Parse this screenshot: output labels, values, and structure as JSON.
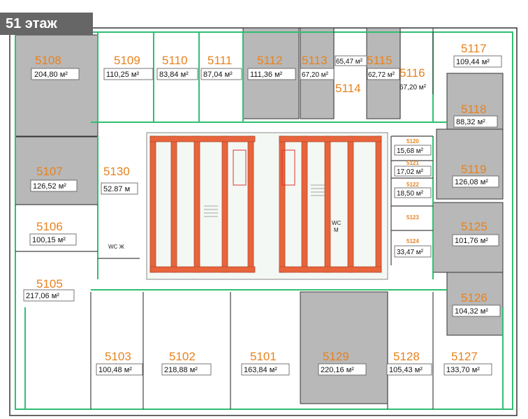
{
  "floor_label": "51 этаж",
  "colors": {
    "accent": "#e8821e",
    "wall": "#2fbf71",
    "core": "#e8643c",
    "gray_unit": "#b8b8b8"
  },
  "units": [
    {
      "id": "5108",
      "number": "5108",
      "area": "204,80 м²"
    },
    {
      "id": "5109",
      "number": "5109",
      "area": "110,25 м²"
    },
    {
      "id": "5110",
      "number": "5110",
      "area": "83,84 м²"
    },
    {
      "id": "5111",
      "number": "5111",
      "area": "87,04 м²"
    },
    {
      "id": "5112",
      "number": "5112",
      "area": "111,36 м²"
    },
    {
      "id": "5113",
      "number": "5113",
      "area": "67,20 м²"
    },
    {
      "id": "5114",
      "number": "5114",
      "area": "65,47 м²"
    },
    {
      "id": "5115",
      "number": "5115",
      "area": "62,72 м²"
    },
    {
      "id": "5116",
      "number": "5116",
      "area": "67,20 м²"
    },
    {
      "id": "5117",
      "number": "5117",
      "area": "109,44 м²"
    },
    {
      "id": "5118",
      "number": "5118",
      "area": "88,32 м²"
    },
    {
      "id": "5107",
      "number": "5107",
      "area": "126,52 м²"
    },
    {
      "id": "5130",
      "number": "5130",
      "area": "52.87 м"
    },
    {
      "id": "5120",
      "number": "5120",
      "area": "15,68 м²"
    },
    {
      "id": "5121",
      "number": "5121",
      "area": "17,02 м²"
    },
    {
      "id": "5122",
      "number": "5122",
      "area": "18,50 м²"
    },
    {
      "id": "5119",
      "number": "5119",
      "area": "126,08 м²"
    },
    {
      "id": "5106",
      "number": "5106",
      "area": "100,15 м²"
    },
    {
      "id": "5123",
      "number": "5123",
      "area": ""
    },
    {
      "id": "5124",
      "number": "5124",
      "area": "33,47 м²"
    },
    {
      "id": "5125",
      "number": "5125",
      "area": "101,76 м²"
    },
    {
      "id": "5105",
      "number": "5105",
      "area": "217,06 м²"
    },
    {
      "id": "5126",
      "number": "5126",
      "area": "104,32 м²"
    },
    {
      "id": "5103",
      "number": "5103",
      "area": "100,48 м²"
    },
    {
      "id": "5102",
      "number": "5102",
      "area": "218,88 м²"
    },
    {
      "id": "5101",
      "number": "5101",
      "area": "163,84 м²"
    },
    {
      "id": "5129",
      "number": "5129",
      "area": "220,16 м²"
    },
    {
      "id": "5128",
      "number": "5128",
      "area": "105,43 м²"
    },
    {
      "id": "5127",
      "number": "5127",
      "area": "133,70 м²"
    }
  ],
  "wc_labels": {
    "women": "WC Ж",
    "men_top": "WC",
    "men_bottom": "М"
  }
}
